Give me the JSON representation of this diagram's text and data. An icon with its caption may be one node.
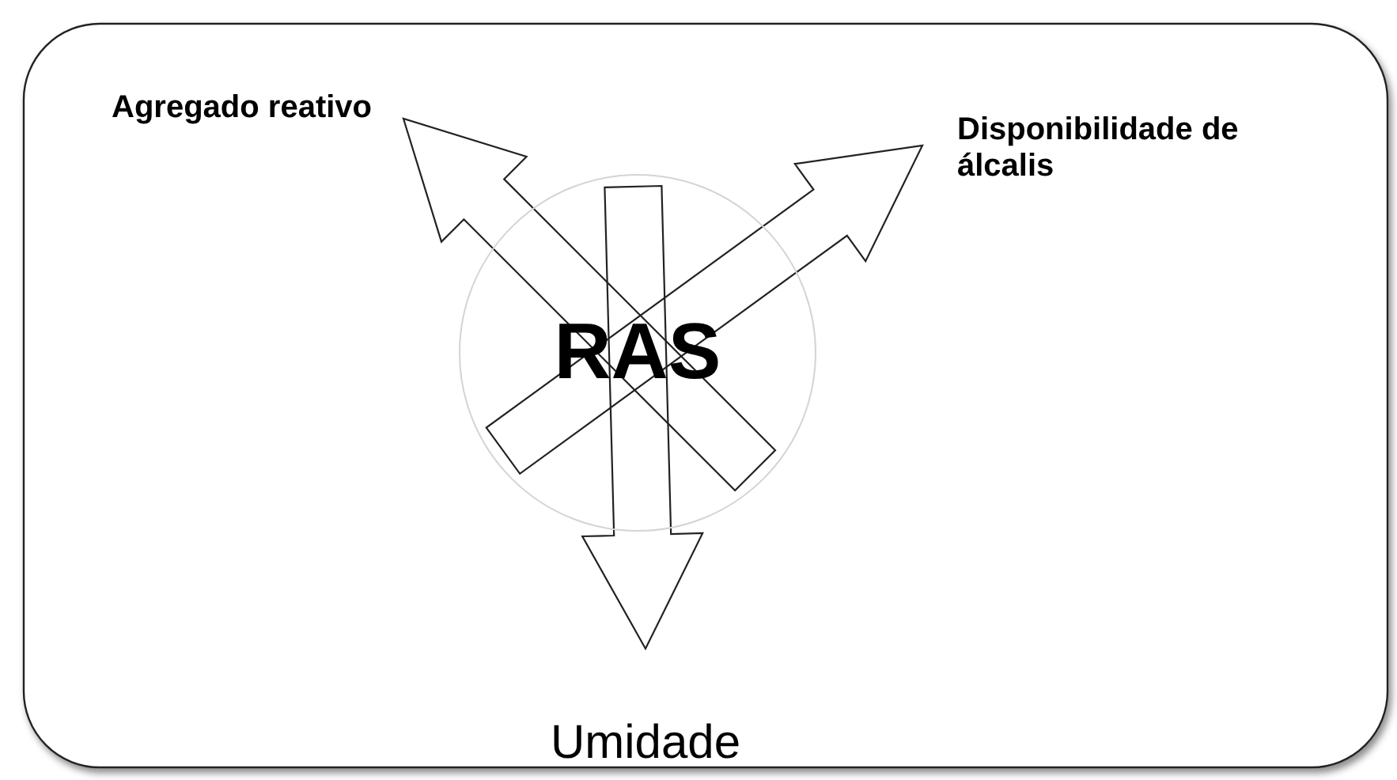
{
  "diagram": {
    "nodes": [
      {
        "text": [
          "RAS"
        ]
      },
      {
        "text": [
          "Agregado reativo"
        ]
      },
      {
        "text": [
          "Disponibilidade de álcalis"
        ]
      },
      {
        "text": [
          "Umidade"
        ]
      }
    ],
    "edges": [
      {
        "from": 0,
        "to": 1,
        "arrow": "to"
      },
      {
        "from": 0,
        "to": 2,
        "arrow": "to"
      },
      {
        "from": 0,
        "to": 3,
        "arrow": "to"
      }
    ]
  }
}
